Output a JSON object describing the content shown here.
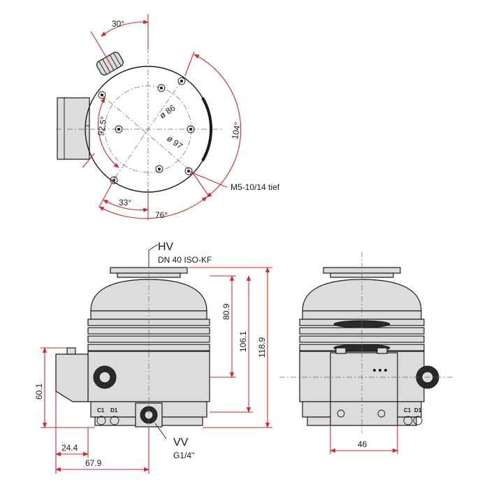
{
  "top_view": {
    "angle_30": "30°",
    "angle_92_5": "92,5°",
    "dia_86": "ø 86",
    "dia_97": "ø 97",
    "angle_104": "104°",
    "angle_33": "33°",
    "angle_76": "76°",
    "thread_note": "M5-10/14 tief"
  },
  "front_view": {
    "hv_label": "HV",
    "hv_flange": "DN 40 ISO-KF",
    "dim_80_9": "80.9",
    "dim_106_1": "106.1",
    "dim_118_9": "118.9",
    "dim_60_1": "60.1",
    "dim_24_4": "24.4",
    "dim_67_9": "67.9",
    "vv_label": "VV",
    "vv_thread": "G1/4\"",
    "c1_label": "C1",
    "d1_label": "D1"
  },
  "side_view": {
    "dim_46": "46",
    "c1_label": "C1",
    "d1_label": "D1"
  }
}
